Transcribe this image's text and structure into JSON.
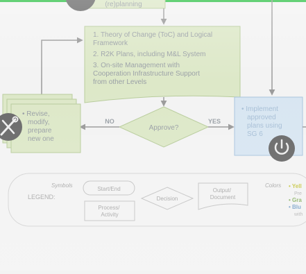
{
  "colors": {
    "green_fill": "#dde8c8",
    "green_stroke": "#b8cc9c",
    "blue_fill": "#d8e6f2",
    "blue_stroke": "#a9c4de",
    "arrow": "#9a9a9a",
    "icon_dark": "#6a6a6a",
    "text": "#9aa0a6",
    "blue_text": "#a7bfd6",
    "top_bar": "#33c24a"
  },
  "top_box": {
    "text": "(re)planning"
  },
  "plan_box": {
    "items": [
      "1.  Theory of Change (ToC) and Logical",
      "     Framework",
      "2.  R2K Plans, including M&L System",
      "3.  On-site Management with",
      "     Cooperation Infrastructure Support",
      "     from other Levels"
    ]
  },
  "decision": {
    "text": "Approve?",
    "no_label": "NO",
    "yes_label": "YES"
  },
  "revise_box": {
    "lines": [
      "• Revise,",
      "modify,",
      "prepare",
      "new one"
    ]
  },
  "implement_box": {
    "lines": [
      "• Implement",
      "approved",
      "plans using",
      "SG 6"
    ]
  },
  "icons": {
    "left": "wrench-screwdriver-icon",
    "right": "power-icon",
    "top": "circle-icon"
  },
  "legend": {
    "title": "LEGEND:",
    "symbols_label": "Symbols",
    "start_end": "Start/End",
    "process_activity": [
      "Process/",
      "Activity"
    ],
    "decision": "Decision",
    "output_document": [
      "Output/",
      "Document"
    ],
    "colors_label": "Colors",
    "color_items": [
      {
        "text": "• Yell",
        "color": "#c8c84a"
      },
      {
        "text": "Pre",
        "color": "#b8b8b8"
      },
      {
        "text": "• Gra",
        "color": "#8fb56a"
      },
      {
        "text": "• Blu",
        "color": "#7fa6cc"
      },
      {
        "text": "with",
        "color": "#b8b8b8"
      }
    ]
  }
}
